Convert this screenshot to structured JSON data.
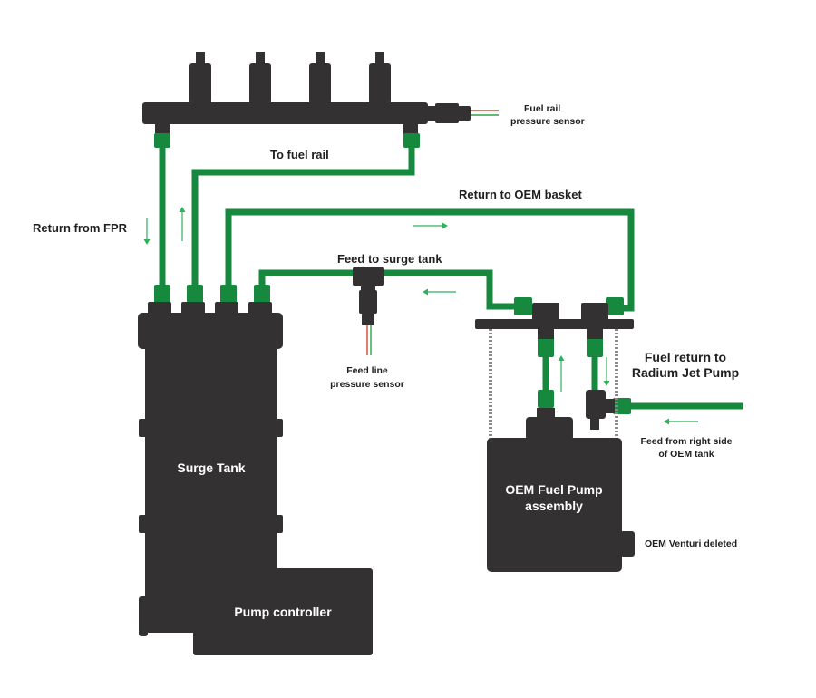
{
  "colors": {
    "body": "#333131",
    "green": "#16893e",
    "green_light": "#2fb25a",
    "wire_red": "#d9442b",
    "wire_green": "#2fa34f",
    "background": "#ffffff"
  },
  "labels": {
    "fuel_rail_pressure_sensor": [
      "Fuel rail",
      "pressure sensor"
    ],
    "to_fuel_rail": "To fuel rail",
    "return_from_fpr": "Return from FPR",
    "return_to_oem_basket": "Return to OEM basket",
    "feed_to_surge_tank": "Feed to surge tank",
    "feed_line_pressure_sensor": [
      "Feed line",
      "pressure sensor"
    ],
    "fuel_return_radium": [
      "Fuel return to",
      "Radium Jet Pump"
    ],
    "feed_from_right_side": [
      "Feed from right side",
      "of OEM tank"
    ],
    "oem_venturi_deleted": "OEM Venturi deleted"
  },
  "components": {
    "surge_tank": "Surge Tank",
    "pump_controller": "Pump controller",
    "oem_fuel_pump": [
      "OEM Fuel Pump",
      "assembly"
    ]
  }
}
